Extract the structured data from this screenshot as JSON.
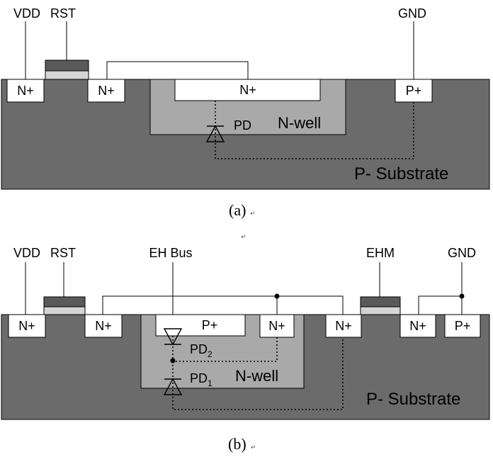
{
  "figure_a": {
    "caption": "(a)",
    "terminals": {
      "vdd": "VDD",
      "rst": "RST",
      "gnd": "GND"
    },
    "regions": {
      "n_plus_left": "N+",
      "n_plus_mid": "N+",
      "n_plus_well": "N+",
      "p_plus": "P+",
      "n_well": "N-well",
      "substrate": "P- Substrate"
    },
    "diode": "PD"
  },
  "figure_b": {
    "caption": "(b)",
    "terminals": {
      "vdd": "VDD",
      "rst": "RST",
      "eh_bus": "EH Bus",
      "ehm": "EHM",
      "gnd": "GND"
    },
    "regions": {
      "n_plus_1": "N+",
      "n_plus_2": "N+",
      "p_plus_well": "P+",
      "n_plus_well": "N+",
      "n_plus_3": "N+",
      "n_plus_4": "N+",
      "p_plus": "P+",
      "n_well": "N-well",
      "substrate": "P- Substrate"
    },
    "diode1": {
      "base": "PD",
      "sub": "1"
    },
    "diode2": {
      "base": "PD",
      "sub": "2"
    }
  },
  "paragraph_mark": "↵",
  "colors": {
    "substrate": "#6b6b6b",
    "n_well": "#a9a9a9",
    "gate": "#5a5a5a",
    "gate_oxide": "#d4d4d4",
    "diffusion": "#ffffff",
    "line": "#000000"
  }
}
